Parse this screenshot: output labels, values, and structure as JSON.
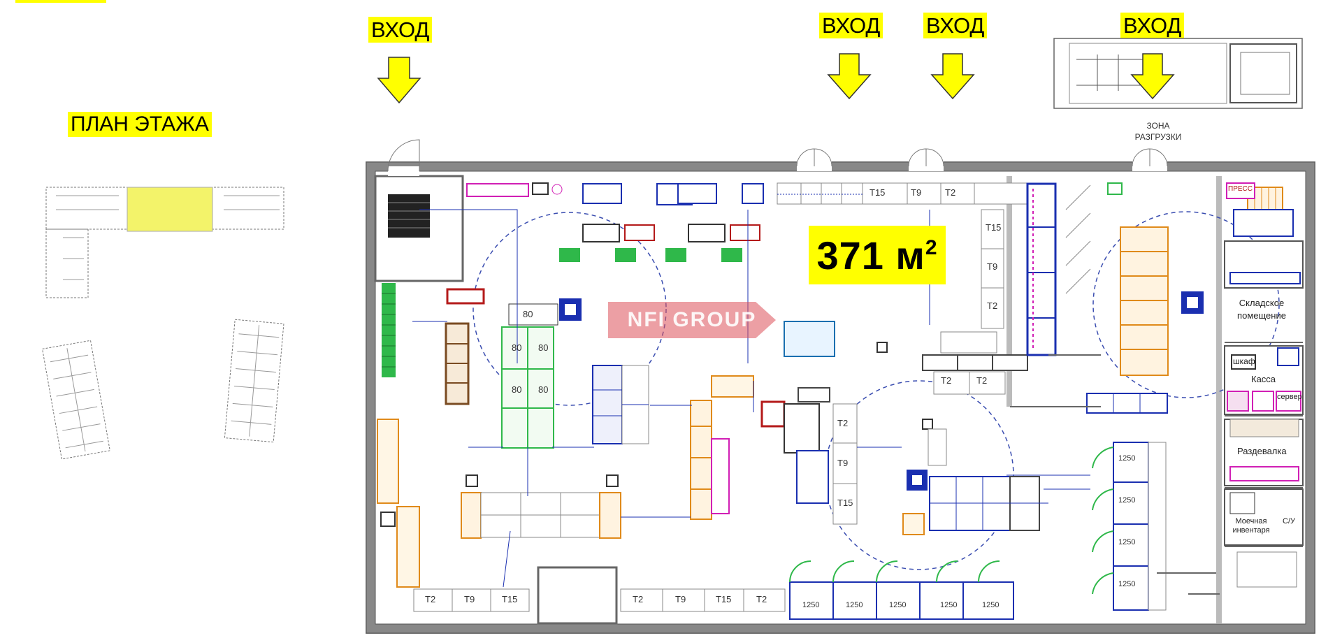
{
  "plan_title": "ПЛАН ЭТАЖА",
  "area": {
    "number": "371 м",
    "superscript": "2"
  },
  "entries": [
    "ВХОД",
    "ВХОД",
    "ВХОД",
    "ВХОД"
  ],
  "unloading_zone": {
    "line1": "ЗОНА",
    "line2": "РАЗГРУЗКИ"
  },
  "rooms": {
    "storage_line1": "Складское",
    "storage_line2": "помещение",
    "wardrobe": "Раздевалка",
    "washroom_line1": "Моечная",
    "washroom_line2": "инвентаря",
    "cashier": "Касса",
    "wc": "С/У",
    "cabinet": "шкаф",
    "server": "сервер",
    "press": "ПРЕСС"
  },
  "shelf_labels": {
    "bottom_row": [
      "Т2",
      "Т9",
      "Т15",
      "Т2",
      "Т9",
      "Т15",
      "Т2"
    ],
    "top_row": [
      "Т15",
      "Т9",
      "Т2"
    ],
    "right_column": [
      "Т15",
      "Т9",
      "Т2"
    ],
    "racks": [
      "1250",
      "1250",
      "1250",
      "1250",
      "1250"
    ],
    "racks_right": [
      "1250",
      "1250",
      "1250",
      "1250"
    ],
    "center_area": [
      "Т2",
      "Т2"
    ],
    "mid_col": [
      "Т2",
      "Т9",
      "Т15"
    ],
    "left_island": [
      "80",
      "80",
      "80",
      "80"
    ],
    "left_island_top": [
      "80"
    ]
  },
  "watermark": "NFI GROUP",
  "colors": {
    "highlight": "#ffff00",
    "wall": "#888888",
    "shelf_green": "#2fb84a",
    "rack_blue": "#1a2fb0",
    "shelf_orange": "#e08a1a",
    "magenta": "#d11fb5",
    "dashed_circle": "#3a4db0"
  }
}
